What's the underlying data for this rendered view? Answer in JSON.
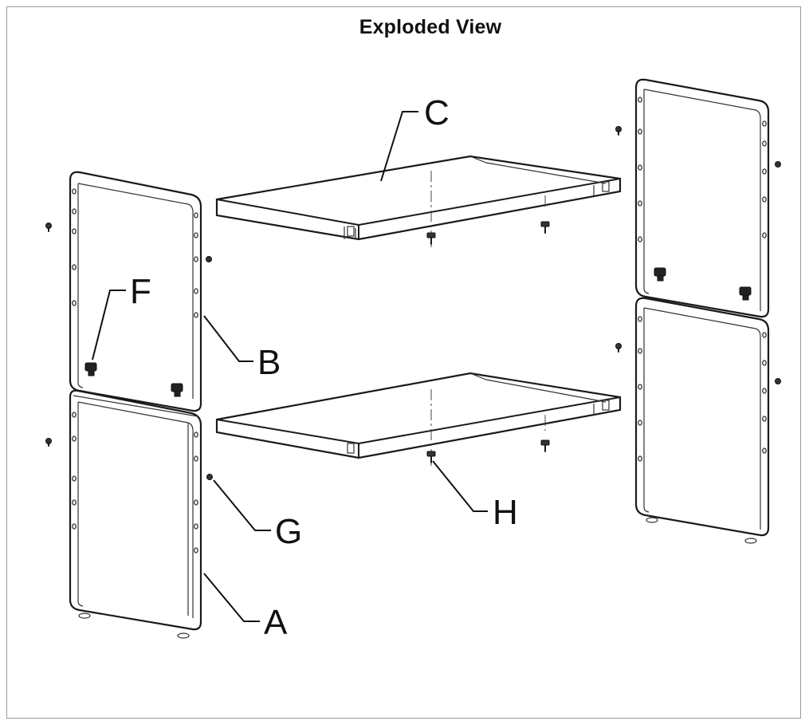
{
  "title": "Exploded View",
  "labels": {
    "a": "A",
    "b": "B",
    "c": "C",
    "f": "F",
    "g": "G",
    "h": "H"
  }
}
